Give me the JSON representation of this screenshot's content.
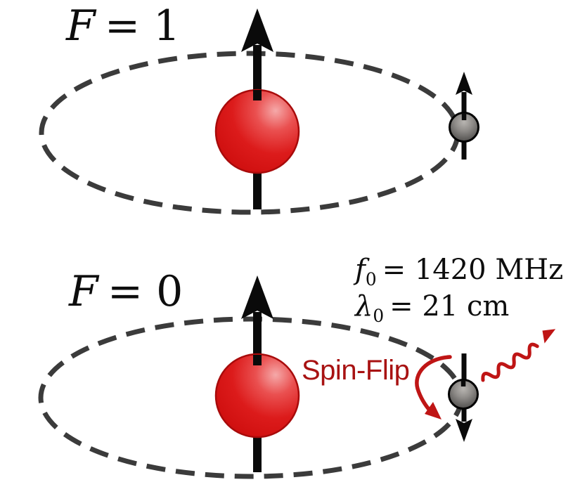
{
  "figure": {
    "background": "#ffffff",
    "colors": {
      "proton_red": "#d61414",
      "proton_edge": "#a80b0b",
      "electron_gray": "#8a8886",
      "spin_arrow_black": "#0a0a0a",
      "orbit_dash_gray": "#3b3b3b",
      "accent_red": "#bf1515",
      "label_red": "#a81212"
    },
    "top_panel": {
      "state": {
        "symbol": "F",
        "rest": "= 1"
      },
      "electron_spin": "up",
      "proton_spin": "up"
    },
    "bottom_panel": {
      "state": {
        "symbol": "F",
        "rest": "= 0"
      },
      "electron_spin": "down",
      "proton_spin": "up",
      "spin_flip_label": "Spin-Flip",
      "photon": {
        "frequency": {
          "symbol": "f",
          "subscript": "0",
          "rest": "= 1420 MHz"
        },
        "wavelength": {
          "symbol": "λ",
          "subscript": "0",
          "rest": "= 21 cm"
        }
      }
    }
  }
}
